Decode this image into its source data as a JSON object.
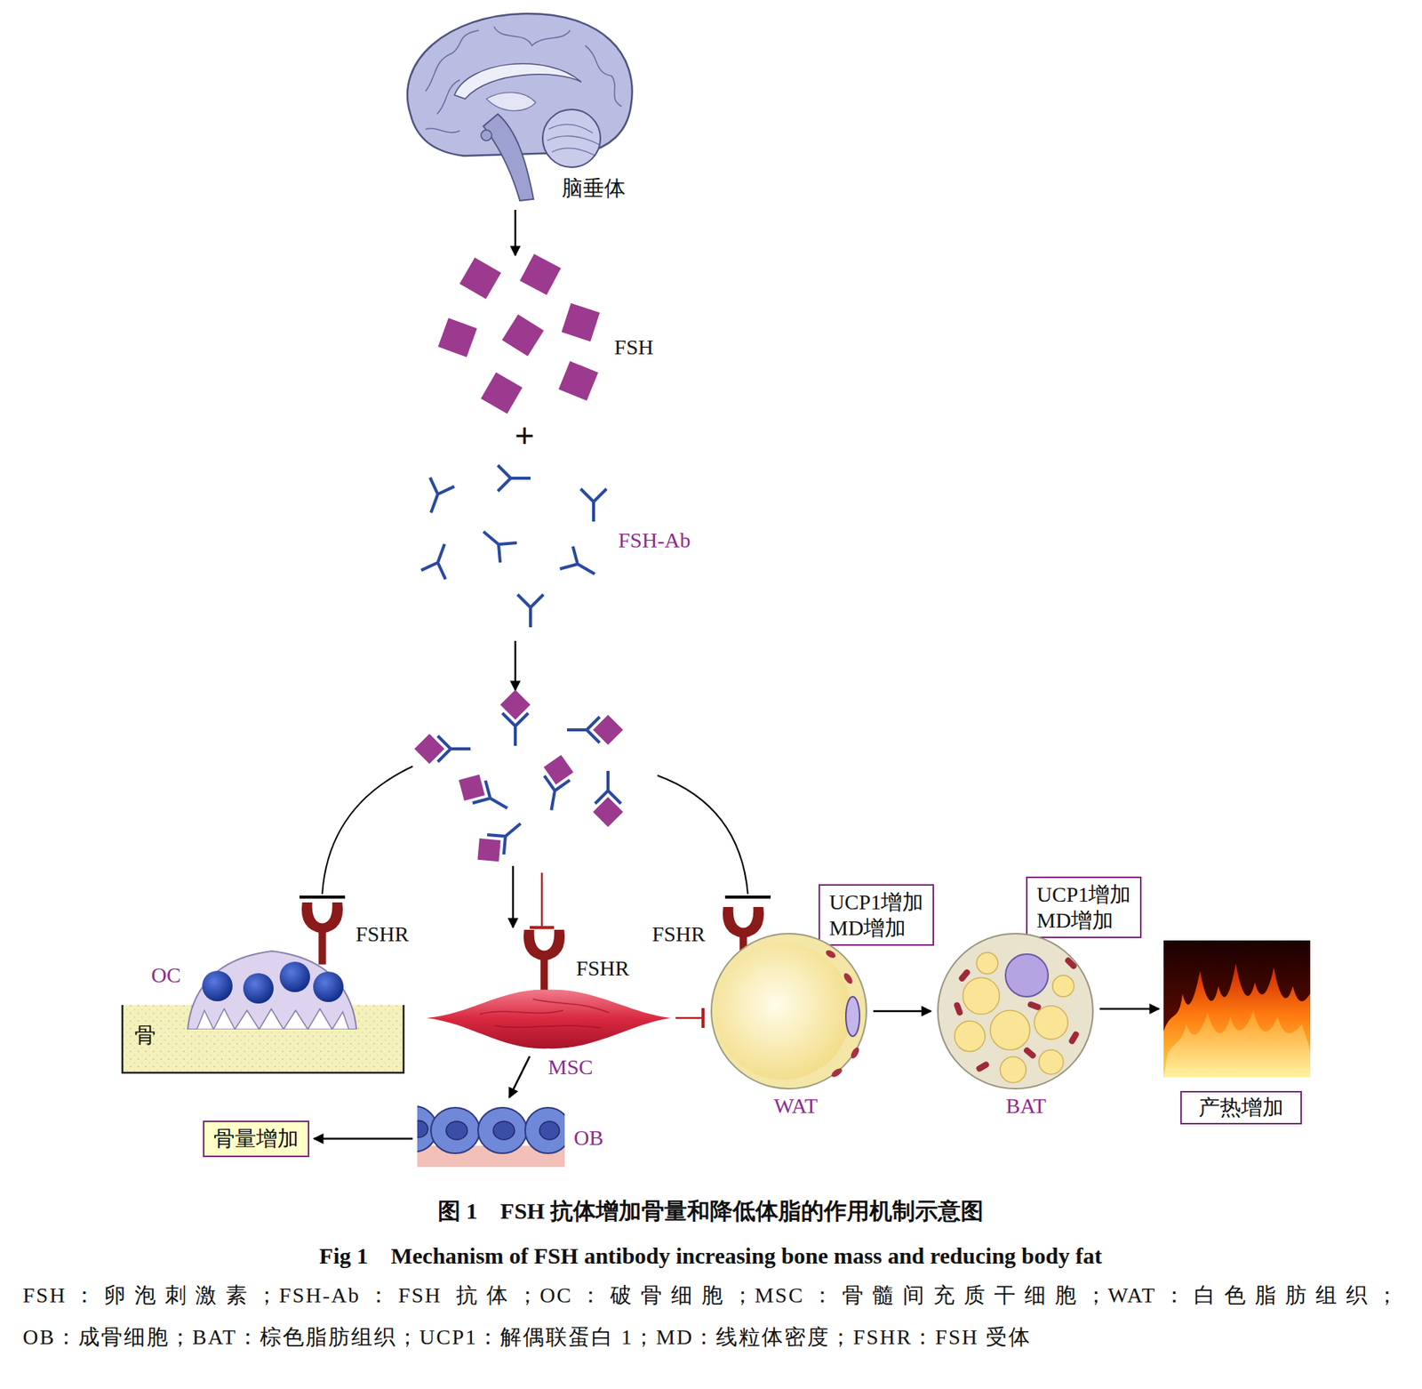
{
  "diagram": {
    "caption": "图 1　FSH 抗体增加骨量和降低体脂的作用机制示意图",
    "nodes": [
      {
        "text": [
          "UCP1增加 MD增加"
        ]
      },
      {
        "text": [
          "UCP1增加 MD增加"
        ]
      },
      {
        "text": [
          "OC"
        ]
      },
      {
        "text": [
          "MSC"
        ]
      },
      {
        "text": [
          "WAT"
        ]
      },
      {
        "text": [
          "BAT"
        ]
      },
      {
        "text": [
          "产热增加"
        ]
      },
      {
        "text": [
          "OB"
        ]
      },
      {
        "text": [
          "骨量增加"
        ]
      }
    ],
    "edges": [
      {
        "from": 3,
        "to": 7,
        "arrow": "to"
      },
      {
        "from": 7,
        "to": 8,
        "arrow": "to"
      },
      {
        "from": 3,
        "to": 4,
        "arrow": "to"
      },
      {
        "from": 4,
        "to": 5,
        "arrow": "to"
      },
      {
        "from": 5,
        "to": 6,
        "arrow": "to"
      }
    ],
    "labels": [
      "脑垂体",
      "FSH",
      "+",
      "FSH-Ab",
      "FSHR",
      "FSHR",
      "FSHR",
      "骨",
      "Fig 1　Mechanism of FSH antibody increasing bone mass and reducing body fat",
      "FSH：卵泡刺激素；FSH-Ab：FSH 抗体；OC：破骨细胞；MSC：骨髓间充质干细胞；WAT：白色脂肪组织；",
      "OB：成骨细胞；BAT：棕色脂肪组织；UCP1：解偶联蛋白 1；MD：线粒体密度；FSHR：FSH 受体"
    ]
  }
}
